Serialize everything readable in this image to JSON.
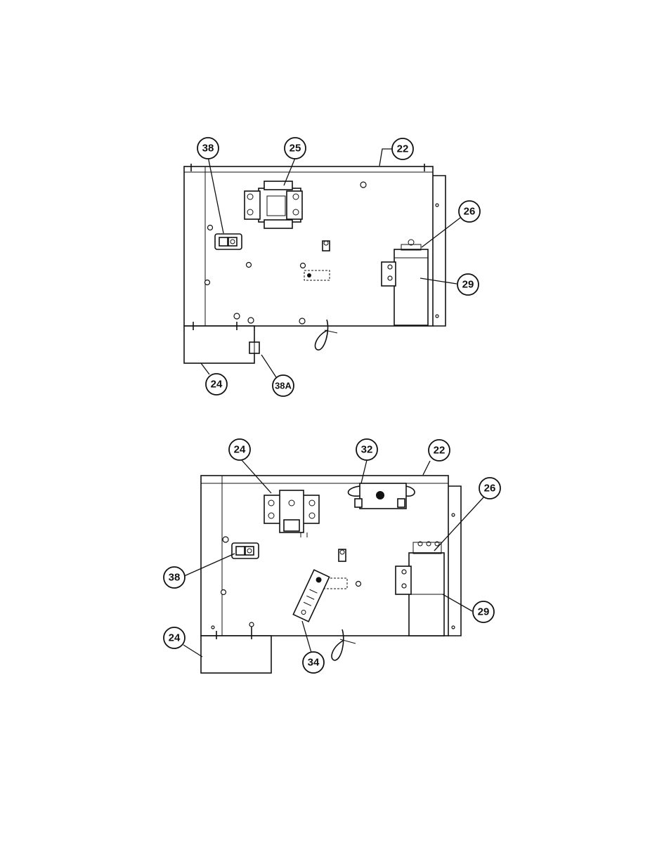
{
  "figure": {
    "top_view": {
      "callouts": {
        "c38": "38",
        "c25": "25",
        "c22": "22",
        "c26": "26",
        "c29": "29",
        "c24": "24",
        "c38a": "38A"
      }
    },
    "bottom_view": {
      "callouts": {
        "c24a": "24",
        "c32": "32",
        "c22": "22",
        "c26": "26",
        "c38": "38",
        "c29": "29",
        "c24b": "24",
        "c34": "34"
      }
    }
  },
  "colors": {
    "line": "#111111",
    "background": "#ffffff"
  }
}
